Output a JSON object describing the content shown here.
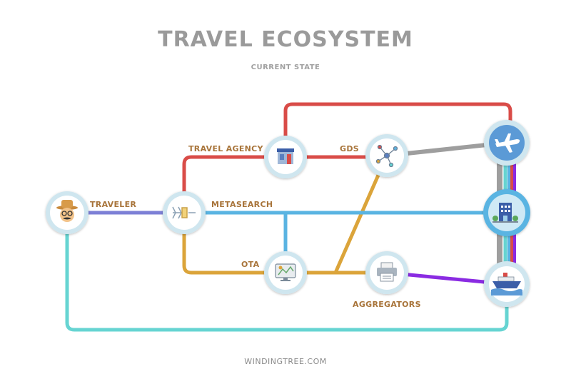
{
  "title": "TRAVEL ECOSYSTEM",
  "subtitle": "CURRENT STATE",
  "footer": "WINDINGTREE.COM",
  "colors": {
    "red": "#d94c48",
    "blue": "#5ab4e2",
    "teal": "#66d4d2",
    "gold": "#dba43a",
    "purple": "#8a2be2",
    "gray": "#9e9e9e",
    "indigo": "#7d80d6",
    "label": "#a8743a"
  },
  "nodes": {
    "traveler": {
      "label": "TRAVELER",
      "icon": "traveler-icon"
    },
    "metasearch": {
      "label": "METASEARCH",
      "icon": "metasearch-funnel-icon"
    },
    "travel_agency": {
      "label": "TRAVEL AGENCY",
      "icon": "storefront-icon"
    },
    "gds": {
      "label": "GDS",
      "icon": "network-hub-icon"
    },
    "ota": {
      "label": "OTA",
      "icon": "monitor-map-icon"
    },
    "aggregators": {
      "label": "AGGREGATORS",
      "icon": "printer-icon"
    },
    "airline": {
      "icon": "airplane-icon"
    },
    "hotel": {
      "icon": "hotel-building-icon"
    },
    "cruise": {
      "icon": "cruise-ship-icon"
    }
  }
}
